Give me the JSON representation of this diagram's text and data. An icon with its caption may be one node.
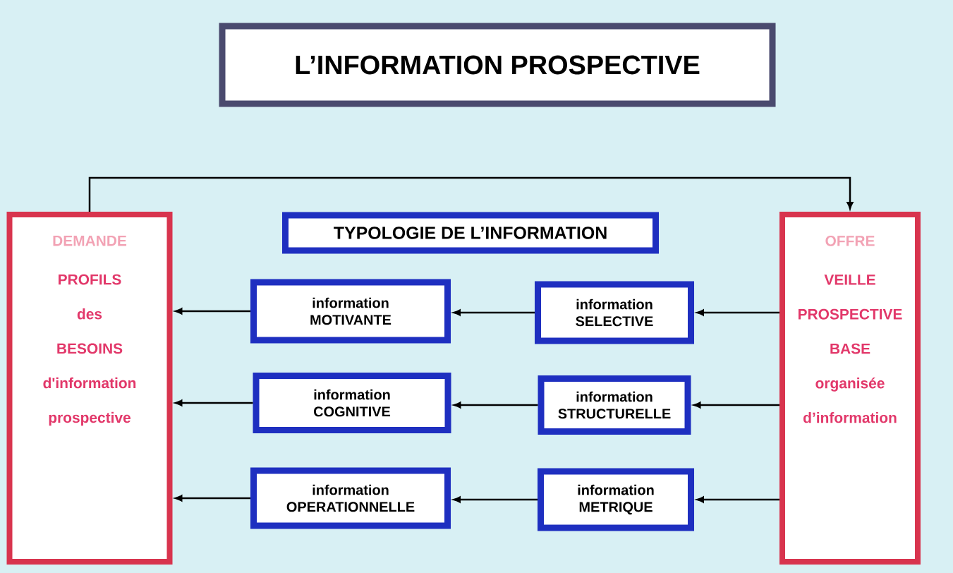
{
  "diagram": {
    "nodes": [
      {
        "text": [
          "L’INFORMATION PROSPECTIVE"
        ]
      },
      {
        "text": [
          "DEMANDE",
          "PROFILS",
          "des",
          "BESOINS",
          "d'information",
          "prospective"
        ]
      },
      {
        "text": [
          "TYPOLOGIE DE L’INFORMATION"
        ]
      },
      {
        "text": [
          "OFFRE",
          "VEILLE",
          "PROSPECTIVE",
          "BASE",
          "organisée",
          "d’information"
        ]
      },
      {
        "text": [
          "information MOTIVANTE"
        ]
      },
      {
        "text": [
          "information SELECTIVE"
        ]
      },
      {
        "text": [
          "information COGNITIVE"
        ]
      },
      {
        "text": [
          "information STRUCTURELLE"
        ]
      },
      {
        "text": [
          "information OPERATIONNELLE"
        ]
      },
      {
        "text": [
          "information METRIQUE"
        ]
      }
    ],
    "edges": [
      {
        "from": 1,
        "to": 3,
        "arrow": "to"
      },
      {
        "from": 3,
        "to": 5,
        "arrow": "to"
      },
      {
        "from": 5,
        "to": 4,
        "arrow": "to"
      },
      {
        "from": 4,
        "to": 1,
        "arrow": "to"
      },
      {
        "from": 3,
        "to": 7,
        "arrow": "to"
      },
      {
        "from": 7,
        "to": 6,
        "arrow": "to"
      },
      {
        "from": 6,
        "to": 1,
        "arrow": "to"
      },
      {
        "from": 3,
        "to": 9,
        "arrow": "to"
      },
      {
        "from": 9,
        "to": 8,
        "arrow": "to"
      },
      {
        "from": 8,
        "to": 1,
        "arrow": "to"
      }
    ]
  }
}
